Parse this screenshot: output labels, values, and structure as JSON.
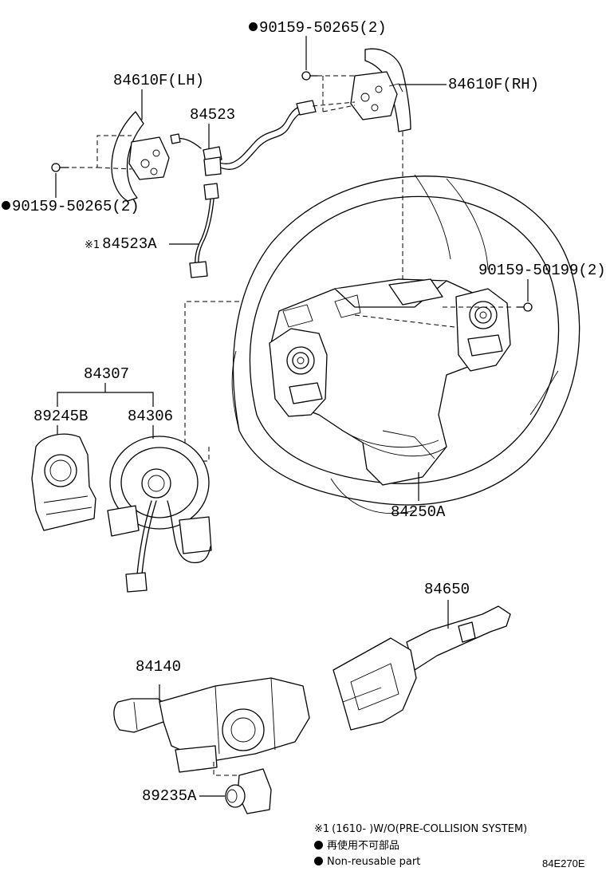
{
  "parts": {
    "bolt_top": "90159-50265(2)",
    "paddle_lh": "84610F(LH)",
    "paddle_rh": "84610F(RH)",
    "wire_84523": "84523",
    "bolt_left": "90159-50265(2)",
    "wire_84523a_mark": "※1",
    "wire_84523a": "84523A",
    "bolt_right": "90159-50199(2)",
    "clock_assy": "84307",
    "sensor": "89245B",
    "spiral_cable": "84306",
    "wheel_assy": "84250A",
    "wiper_switch": "84650",
    "turn_switch": "84140",
    "cruise_switch": "89235A"
  },
  "notes": {
    "note1_mark": "※1",
    "note1_text": "(1610-          )W/O(PRE-COLLISION SYSTEM)",
    "note2": "再使用不可部品",
    "note3": "Non-reusable part"
  },
  "figure_code": "84E270E",
  "icons": {
    "non_reusable": "filled-circle-icon"
  }
}
